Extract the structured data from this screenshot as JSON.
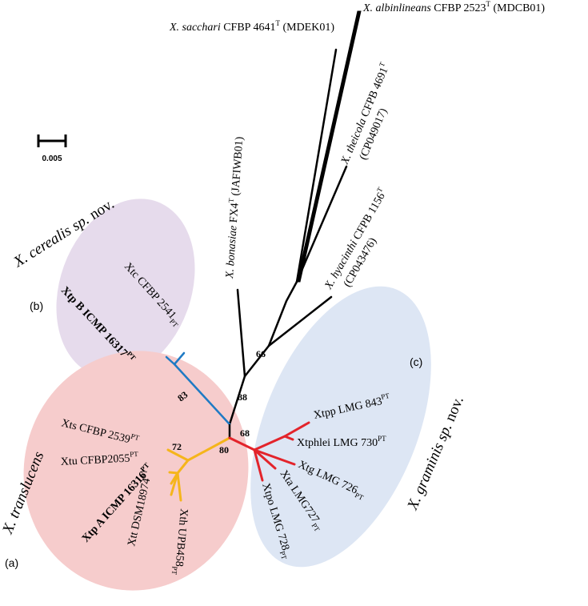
{
  "colors": {
    "clade_a": "#f6cccc",
    "clade_b": "#e6dbec",
    "clade_c": "#dde6f4",
    "branch_black": "#000000",
    "branch_blue": "#1f7ac4",
    "branch_yellow": "#f5b51b",
    "branch_red": "#e3242b"
  },
  "scale": {
    "label": "0.005"
  },
  "bootstrap": {
    "b66": "66",
    "b88": "88",
    "b83": "83",
    "b68": "68",
    "b80": "80",
    "b72": "72"
  },
  "clades": {
    "a": {
      "letter": "(a)",
      "species": "X. translucens",
      "leaves": {
        "xts": {
          "name": "Xts CFBP 2539",
          "sup": "PT"
        },
        "xtu": {
          "name": "Xtu CFBP2055",
          "sup": "PT"
        },
        "xtp_a": {
          "name": "Xtp A ICMP 16316",
          "sup": "PT"
        },
        "xtt": {
          "name": "Xtt DSM18974",
          "sup": "PT"
        },
        "xth": {
          "name": "Xth UPB458",
          "sup": "PT"
        }
      }
    },
    "b": {
      "letter": "(b)",
      "species_italic": "X. cerealis sp.",
      "species_rest": " nov.",
      "leaves": {
        "xtc": {
          "name": "Xtc CFBP 2541",
          "sup": "PT"
        },
        "xtp_b": {
          "name": "Xtp B ICMP 16317",
          "sup": "PT"
        }
      }
    },
    "c": {
      "letter": "(c)",
      "species_italic": "X. graminis sp.",
      "species_rest": " nov.",
      "leaves": {
        "xtpp": {
          "name": "Xtpp LMG 843",
          "sup": "PT"
        },
        "xtphlei": {
          "name": "Xtphlei LMG 730",
          "sup": "PT"
        },
        "xtg": {
          "name": "Xtg LMG 726",
          "sup": "PT"
        },
        "xta": {
          "name": "Xta LMG727",
          "sup": "PT"
        },
        "xtpo": {
          "name": "Xtpo LMG 728",
          "sup": "PT"
        }
      }
    }
  },
  "outgroups": {
    "albilineans": {
      "species": "X. albinlineans",
      "strain": " CFBP 2523",
      "sup": "T",
      "acc": " (MDCB01)"
    },
    "sacchari": {
      "species": "X. sacchari",
      "strain": " CFBP 4641",
      "sup": "T",
      "acc": " (MDEK01)"
    },
    "theicola": {
      "species": "X. theicola",
      "strain": " CFPB 4691",
      "sup": "T",
      "acc": "(CP049017)"
    },
    "bonasiae": {
      "species": "X. bonasiae",
      "strain": " FX4",
      "sup": "T",
      "acc": " (JAFIWB01)"
    },
    "hyacinthi": {
      "species": "X. hyacinthi",
      "strain": " CFPB 1156",
      "sup": "T",
      "acc": "(CP043476)"
    }
  }
}
